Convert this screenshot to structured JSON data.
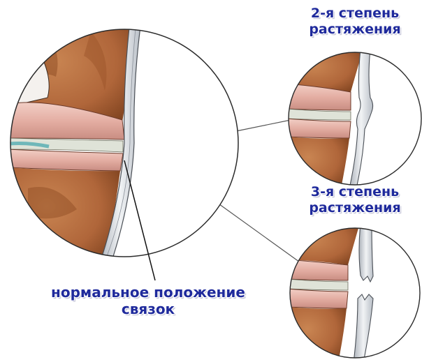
{
  "labels": {
    "grade2": {
      "line1": "2-я степень",
      "line2": "растяжения"
    },
    "grade3": {
      "line1": "3-я степень",
      "line2": "растяжения"
    },
    "normal": {
      "line1": "нормальное положение",
      "line2": "связок"
    }
  },
  "colors": {
    "label_text": "#1f2a9c",
    "bone": "#b56a3c",
    "bone_dark": "#7a3f1c",
    "cartilage": "#e8b7ad",
    "ligament": "#d9dde2",
    "outline": "#2b2b2b"
  }
}
